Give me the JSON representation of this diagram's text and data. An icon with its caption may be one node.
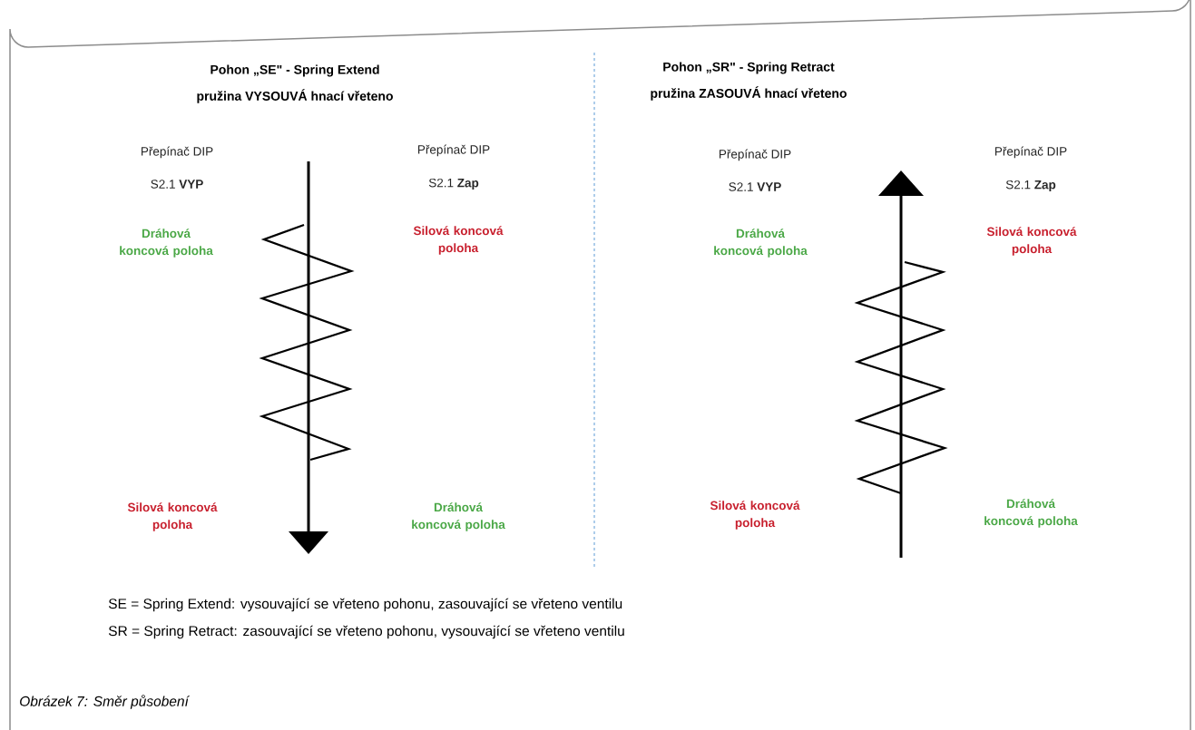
{
  "diagram": {
    "caption": "Obrázek 7: Směr působení",
    "labels": [
      "Pohon „SE\" - Spring Extend",
      "pružina VYSOUVÁ hnací vřeteno",
      "Pohon „SR\" - Spring Retract",
      "pružina ZASOUVÁ hnací vřeteno",
      "Přepínač DIP",
      "S2.1 **VYP**",
      "Přepínač DIP",
      "S2.1 **Zap**",
      "Dráhová koncová poloha",
      "Silová koncová poloha",
      "Silová koncová poloha",
      "Dráhová koncová poloha",
      "Přepínač DIP",
      "S2.1 **VYP**",
      "Přepínač DIP",
      "S2.1 **Zap**",
      "Dráhová koncová poloha",
      "Silová koncová poloha",
      "Silová koncová poloha",
      "Dráhová koncová poloha",
      "SE = Spring Extend: vysouvající se vřeteno pohonu, zasouvající se vřeteno ventilu",
      "SR = Spring Retract: zasouvající se vřeteno pohonu, vysouvající se vřeteno ventilu"
    ]
  }
}
